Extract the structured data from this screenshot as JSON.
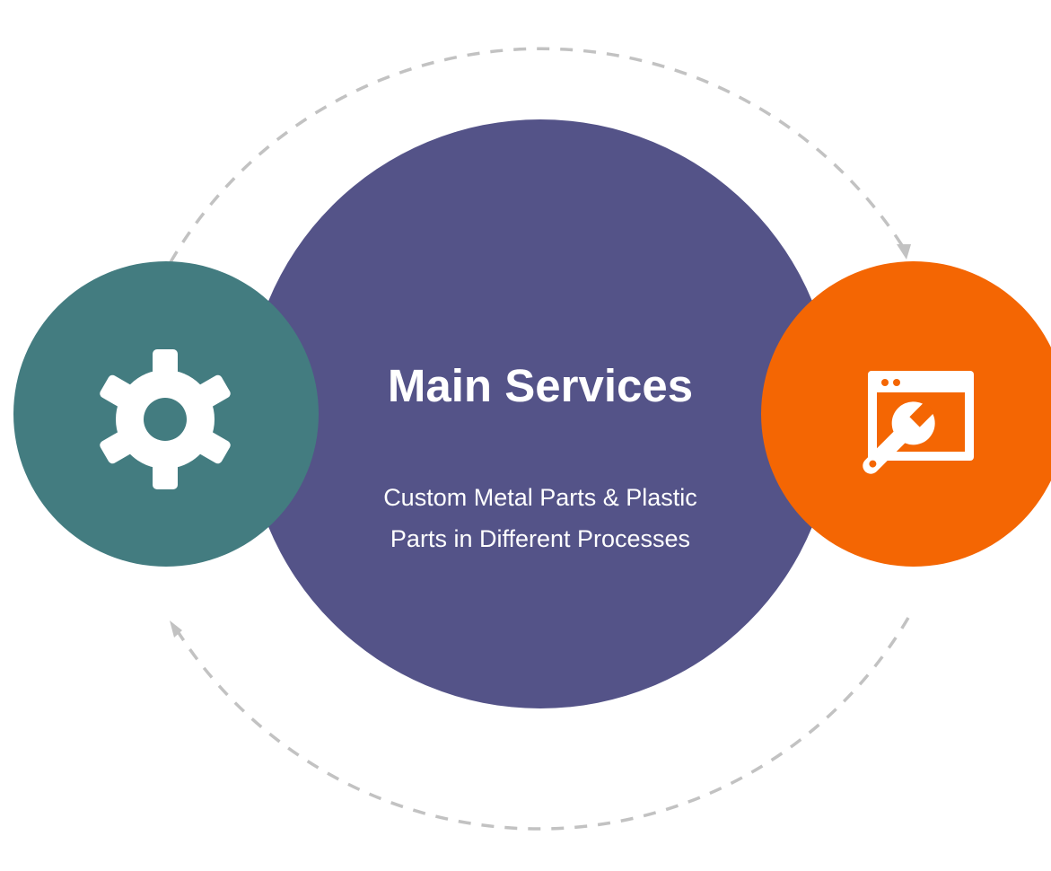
{
  "diagram": {
    "center": {
      "title": "Main Services",
      "subtitle_line1": "Custom Metal Parts & Plastic",
      "subtitle_line2": "Parts in Different Processes",
      "color": "#545388"
    },
    "left_node": {
      "icon": "gear-icon",
      "color": "#437c80"
    },
    "right_node": {
      "icon": "browser-wrench-icon",
      "color": "#f46603"
    },
    "connector_color": "#c2c2c2",
    "connector_style": "dashed-arrow"
  }
}
